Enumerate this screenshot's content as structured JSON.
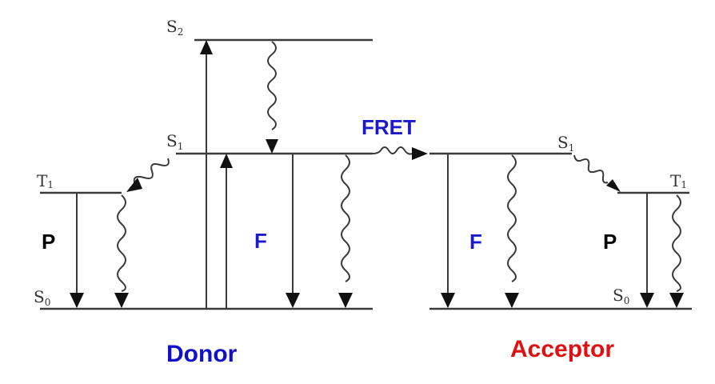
{
  "diagram": {
    "title": "Jablonski diagram of FRET between donor and acceptor",
    "donor": {
      "name": "Donor",
      "color": "#1010c8",
      "levels": {
        "S2": {
          "letter": "S",
          "sub": "2"
        },
        "S1": {
          "letter": "S",
          "sub": "1"
        },
        "T1": {
          "letter": "T",
          "sub": "1"
        },
        "S0": {
          "letter": "S",
          "sub": "0"
        }
      },
      "fluorescence_label": "F",
      "phosphorescence_label": "P"
    },
    "acceptor": {
      "name": "Acceptor",
      "color": "#dd1111",
      "levels": {
        "S1": {
          "letter": "S",
          "sub": "1"
        },
        "T1": {
          "letter": "T",
          "sub": "1"
        },
        "S0": {
          "letter": "S",
          "sub": "0"
        }
      },
      "fluorescence_label": "F",
      "phosphorescence_label": "P"
    },
    "transfer_label": "FRET",
    "colors": {
      "fluorescence": "#1a1acc",
      "phosphorescence": "#000000",
      "lines": "#3a3a3a"
    }
  }
}
